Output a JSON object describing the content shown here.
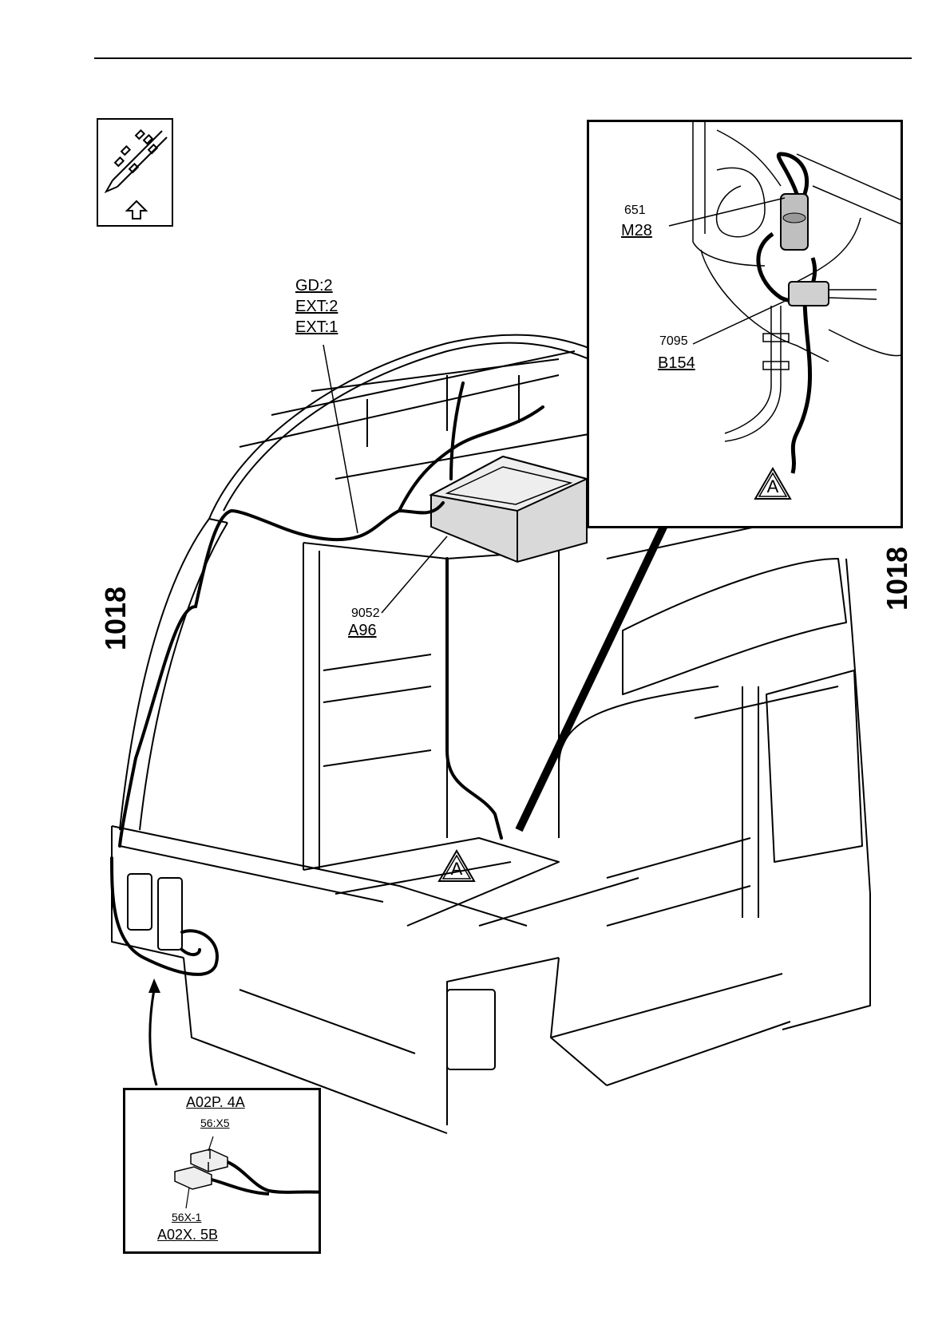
{
  "page": {
    "page_number_left": "1018",
    "page_number_right": "1018"
  },
  "callouts": {
    "ground_group": {
      "line1": "GD:2",
      "line2": "EXT:2",
      "line3": "EXT:1"
    },
    "control_unit": {
      "number": "9052",
      "code": "A96"
    },
    "section_marker_main": "A"
  },
  "detail_inset": {
    "motor": {
      "number": "651",
      "code": "M28"
    },
    "sensor": {
      "number": "7095",
      "code": "B154"
    },
    "section_marker": "A"
  },
  "connector_inset": {
    "top_code": "A02P. 4A",
    "top_sub": "56:X5",
    "bottom_sub": "56X-1",
    "bottom_code": "A02X. 5B"
  },
  "icons": {
    "view_direction": "view-direction-icon",
    "up_arrow": "up-arrow-icon"
  },
  "colors": {
    "line": "#000000",
    "fill_gray": "#d9d9d9",
    "background": "#ffffff"
  }
}
